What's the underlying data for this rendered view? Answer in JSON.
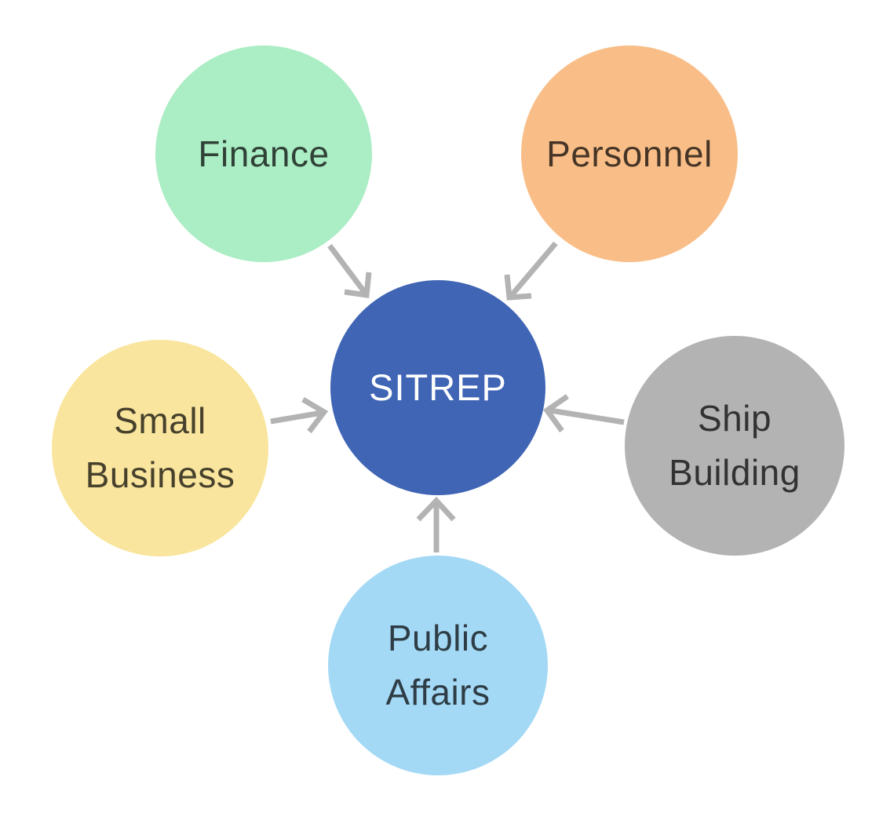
{
  "diagram": {
    "center": {
      "label": "SITREP",
      "color": "#4065B5",
      "text_color": "#FFFFFF"
    },
    "nodes": [
      {
        "id": "finance",
        "label": "Finance",
        "color": "#ABEDC4"
      },
      {
        "id": "personnel",
        "label": "Personnel",
        "color": "#F9BE88"
      },
      {
        "id": "small-business",
        "label": "Small\nBusiness",
        "color": "#F9E59D"
      },
      {
        "id": "ship-building",
        "label": "Ship\nBuilding",
        "color": "#B3B3B3"
      },
      {
        "id": "public-affairs",
        "label": "Public\nAffairs",
        "color": "#A4D9F6"
      }
    ],
    "arrow_color": "#B3B3B3",
    "label_text_color": "rgba(0,0,0,0.72)"
  }
}
